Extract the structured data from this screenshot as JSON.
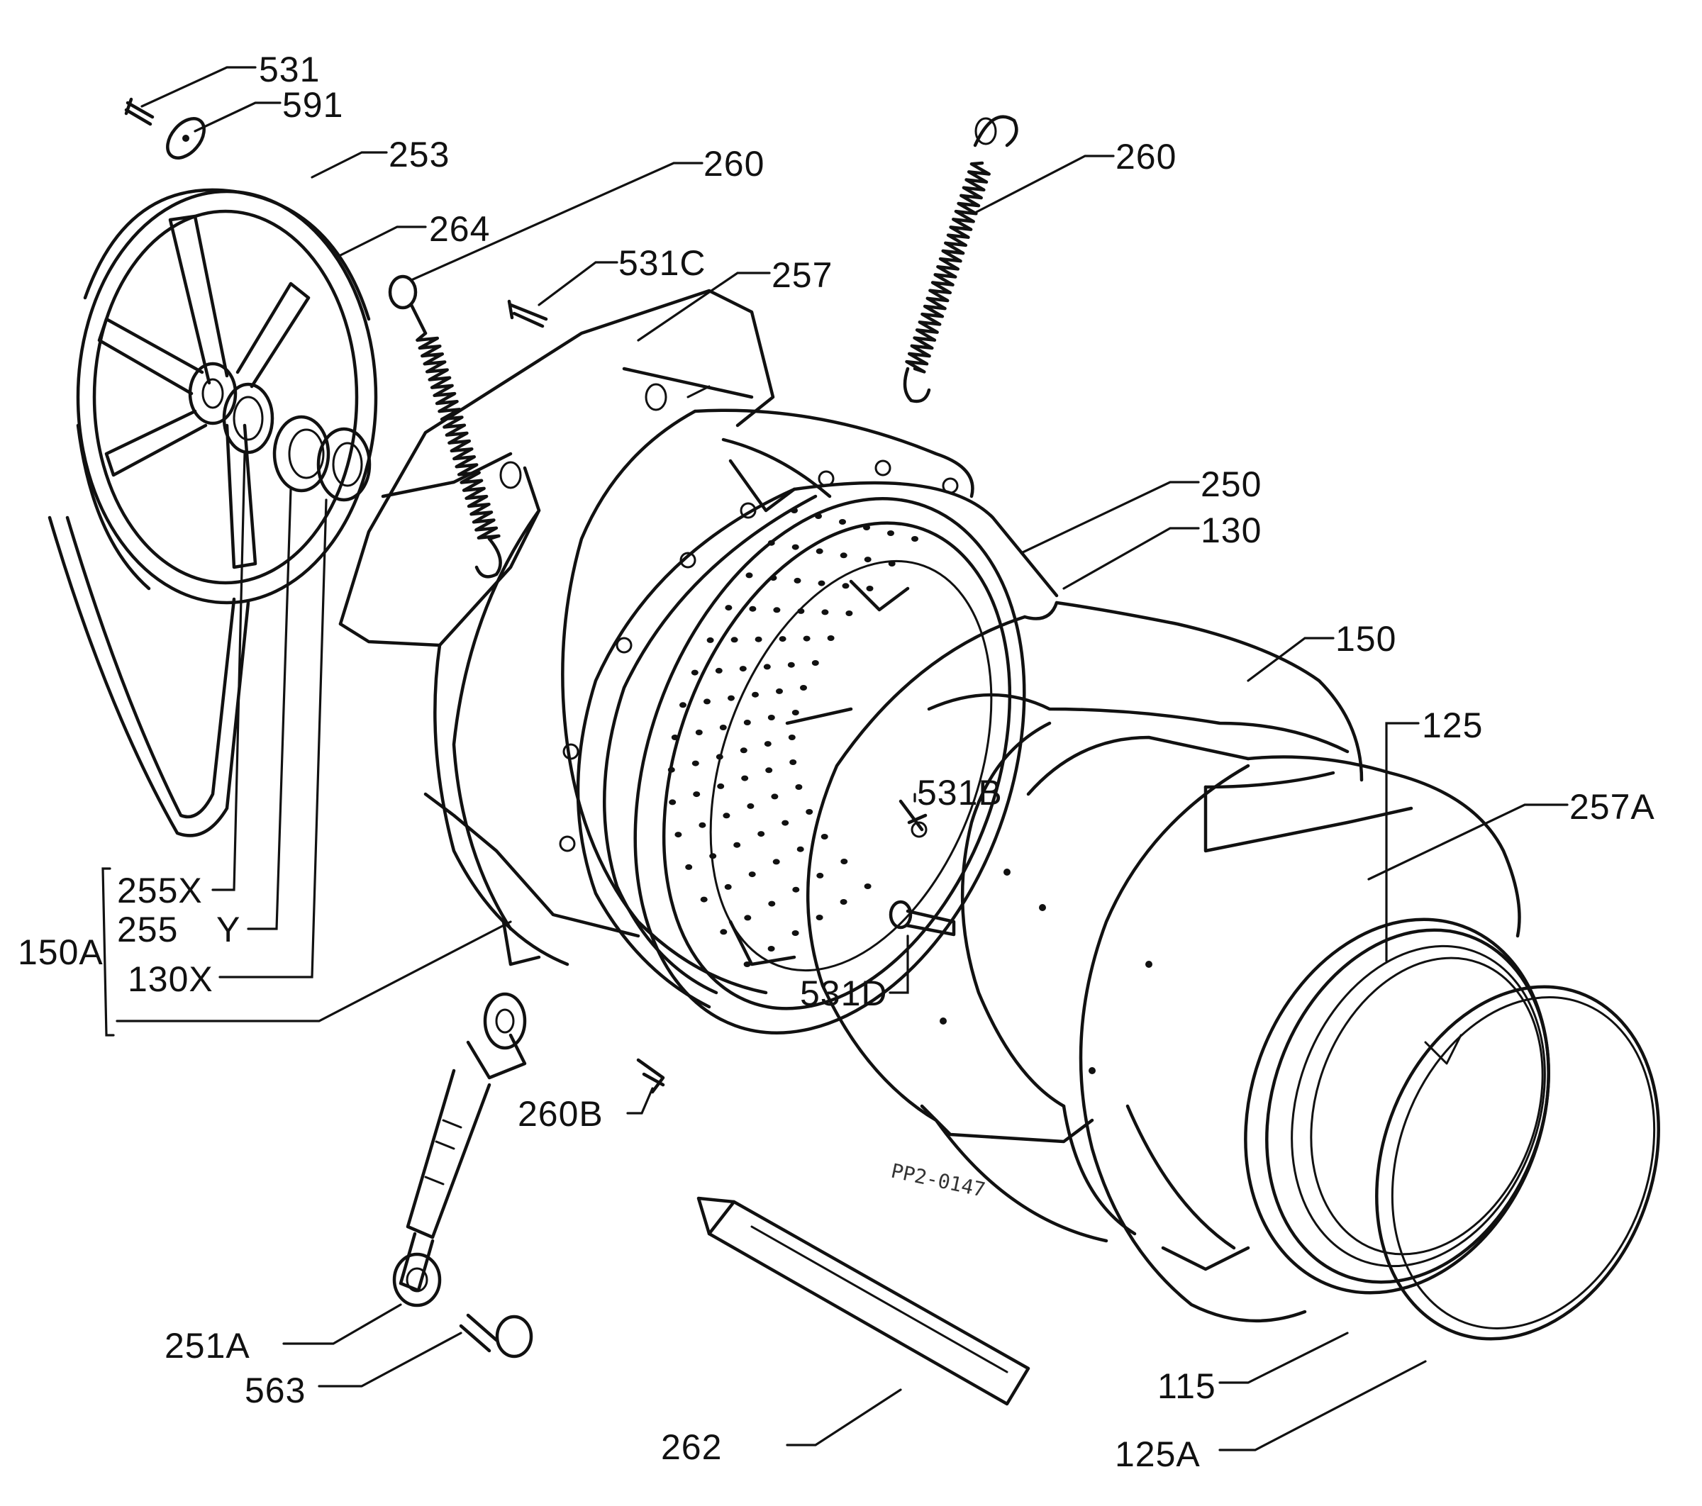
{
  "labels": {
    "l531": "531",
    "l591": "591",
    "l253": "253",
    "l260a": "260",
    "l264": "264",
    "l531c": "531C",
    "l257": "257",
    "l260b": "260",
    "l250": "250",
    "l130": "130",
    "l150": "150",
    "l125": "125",
    "l257a": "257A",
    "l531b": "531B",
    "l531d": "531D",
    "l255x": "255X",
    "l255": "255",
    "ly": "Y",
    "l150a": "150A",
    "l130x": "130X",
    "l260bb": "260B",
    "l251a": "251A",
    "l563": "563",
    "l262": "262",
    "l115": "115",
    "l125a": "125A"
  },
  "stamp": "PP2-0147",
  "colors": {
    "ink": "#111111",
    "paper": "#ffffff"
  }
}
